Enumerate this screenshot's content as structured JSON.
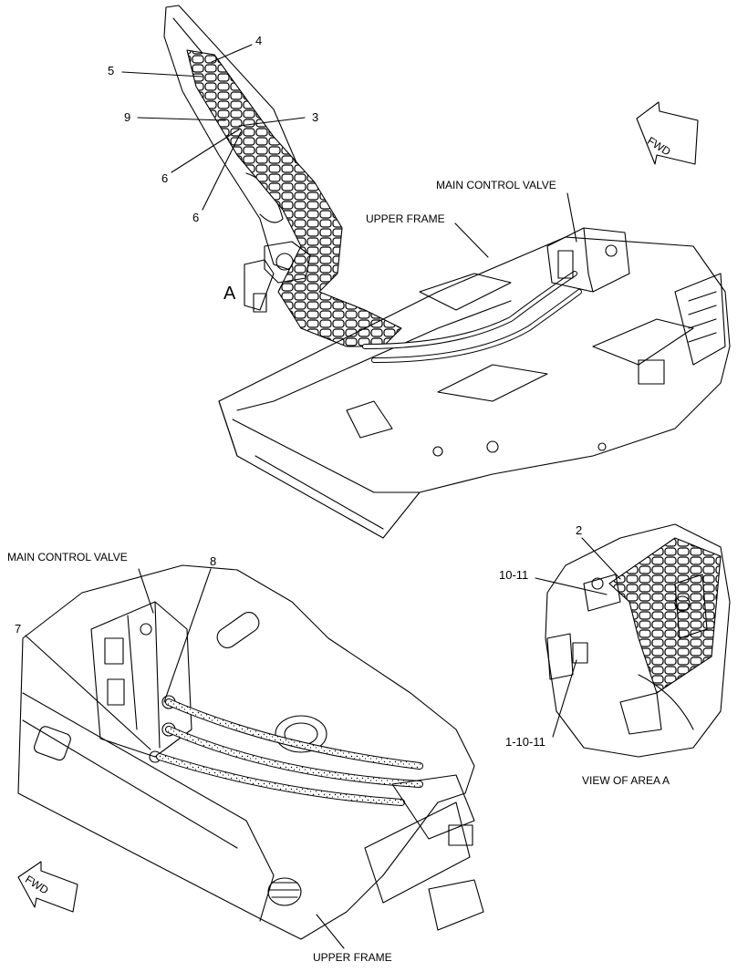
{
  "callouts": {
    "c4": "4",
    "c5": "5",
    "c9": "9",
    "c3": "3",
    "c6a": "6",
    "c6b": "6",
    "cA": "A",
    "c2": "2",
    "c10_11": "10-11",
    "c1_10_11": "1-10-11",
    "c8": "8",
    "c7": "7"
  },
  "labels": {
    "main_control_valve_top": "MAIN CONTROL VALVE",
    "upper_frame_top": "UPPER FRAME",
    "main_control_valve_bottom": "MAIN CONTROL VALVE",
    "upper_frame_bottom": "UPPER FRAME",
    "view_of_area_a": "VIEW OF AREA A"
  },
  "arrows": {
    "fwd_top": "FWD",
    "fwd_bottom": "FWD"
  },
  "colors": {
    "line": "#000000",
    "background": "#ffffff"
  }
}
